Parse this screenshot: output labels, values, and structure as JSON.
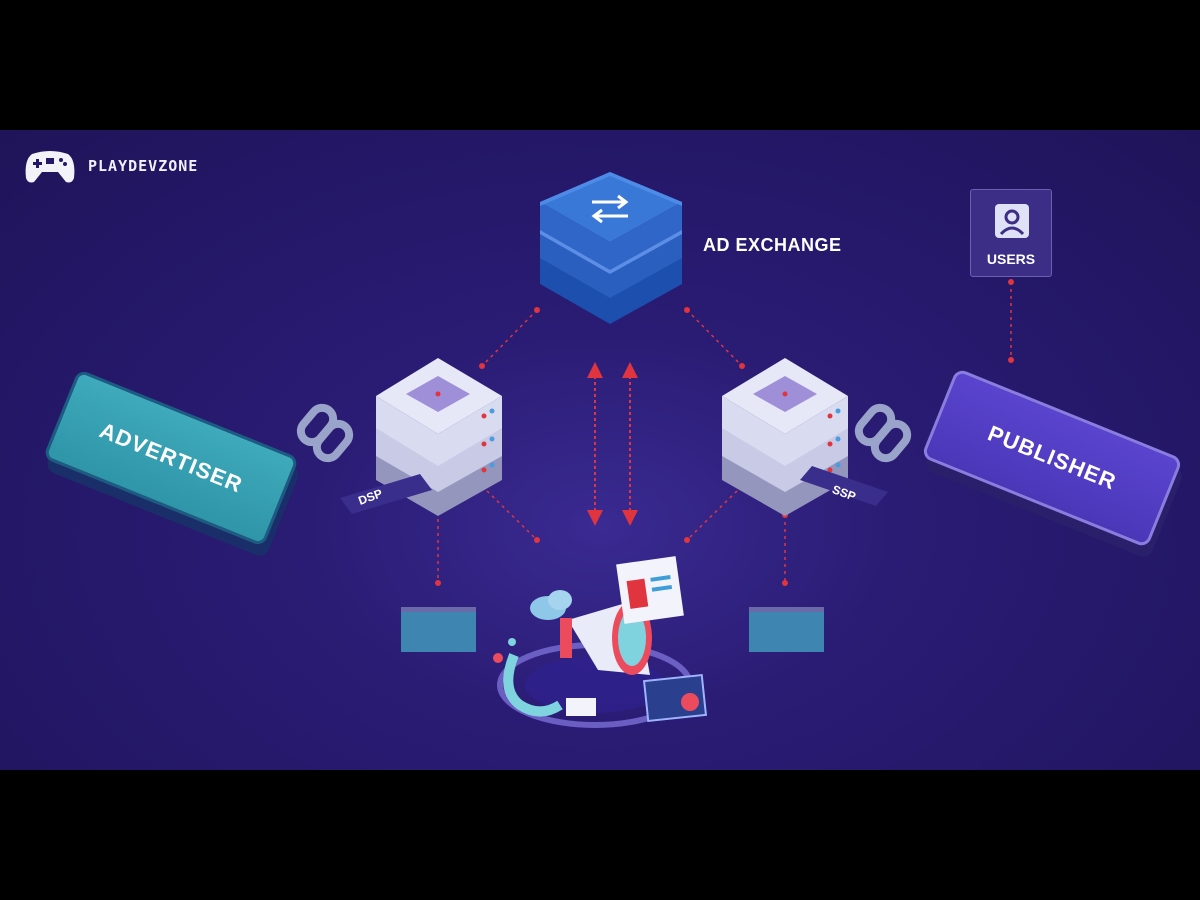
{
  "brand": {
    "name": "PLAYDEVZONE",
    "logo_icon": "gamepad-icon"
  },
  "nodes": {
    "ad_exchange": {
      "label": "AD EXCHANGE",
      "icon": "swap-arrows-icon"
    },
    "users": {
      "label": "USERS",
      "icon": "user-profile-icon"
    },
    "advertiser": {
      "label": "ADVERTISER"
    },
    "publisher": {
      "label": "PUBLISHER"
    },
    "dsp": {
      "label": "DSP"
    },
    "ssp": {
      "label": "SSP"
    }
  },
  "colors": {
    "background": "#241767",
    "exchange_server": "#2e63c6",
    "server_white": "#d7d8f0",
    "advertiser_phone": "#37a1b3",
    "publisher_phone": "#4e3bc2",
    "connector_red": "#e0353f",
    "link_icon": "#9aa3c9"
  }
}
